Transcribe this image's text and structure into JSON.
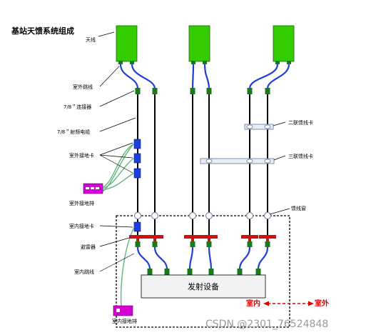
{
  "title": "基站天馈系统组成",
  "labels": {
    "antenna": "天线",
    "outdoor_jumper": "室外跳线",
    "connector": "7/8＂连接器",
    "feeder": "7/8＂射频电缆",
    "outdoor_ground_clip": "室外接地卡",
    "outdoor_ground_bar": "室外接地排",
    "indoor_ground_clip": "室内接地卡",
    "arrester": "避雷器",
    "indoor_jumper": "室内跳线",
    "indoor_ground_bar": "室内接地排",
    "two_feeder_clamp": "二联馈线卡",
    "three_feeder_clamp": "三联馈线卡",
    "feeder_window": "馈线窗",
    "equipment": "发射设备",
    "indoor": "室内",
    "outdoor": "室外"
  },
  "watermark": "CSDN @2301_76524848",
  "colors": {
    "antenna": "#33cc00",
    "jumper": "#1f3fd6",
    "connector": "#1a7a1a",
    "ground_clip": "#1f3fd6",
    "ground_bar": "#d400d4",
    "arrester": "#cc1111",
    "ground_wire": "#5fb57a",
    "arrow": "#e00000",
    "clamp": "#7d8fb0"
  }
}
